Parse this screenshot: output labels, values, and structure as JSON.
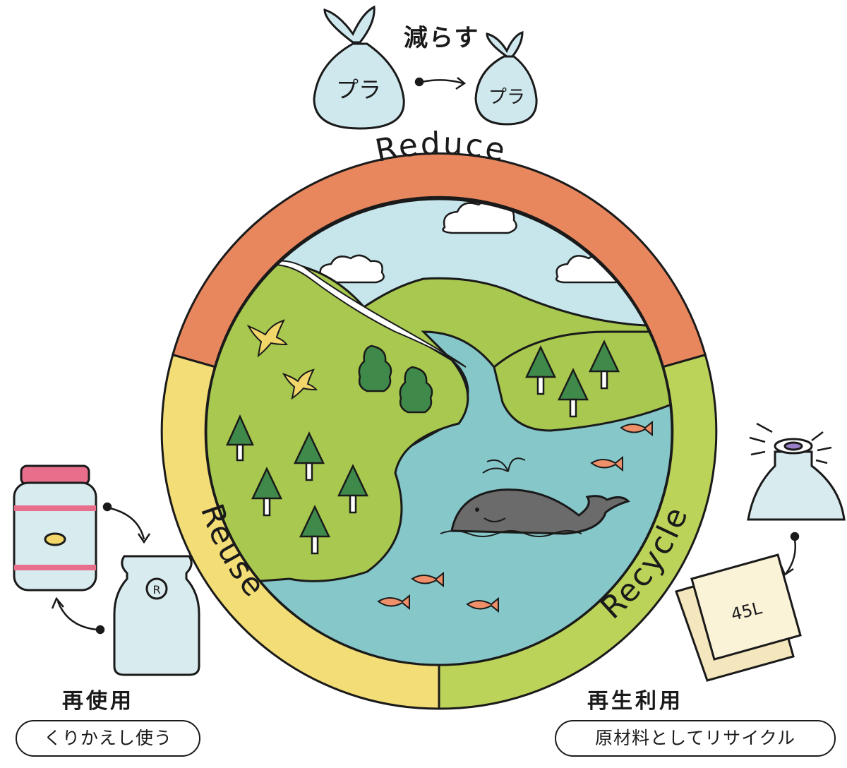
{
  "top": {
    "label": "減らす",
    "bag_left": "プラ",
    "bag_right": "プラ"
  },
  "ring": {
    "reduce": "Reduce",
    "reuse": "Reuse",
    "recycle": "Recycle"
  },
  "reuse": {
    "label": "再使用",
    "pill": "くりかえし使う"
  },
  "recycle": {
    "label": "再生利用",
    "pill": "原材料としてリサイクル",
    "bag_text": "45L"
  },
  "colors": {
    "reduce": "#e8875e",
    "reuse": "#f2dd76",
    "recycle": "#bcd35a",
    "sky": "#c6e6ec",
    "land": "#a8c84f",
    "water": "#86c7c9",
    "tree": "#3f8a4a"
  }
}
